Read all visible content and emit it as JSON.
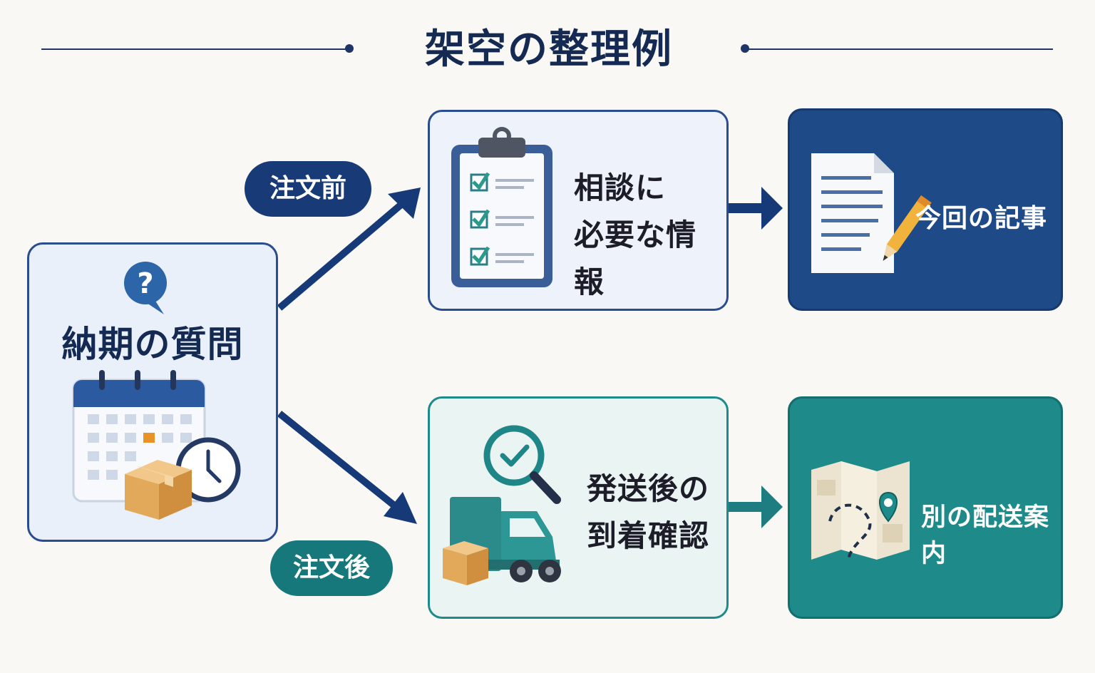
{
  "title": "架空の整理例",
  "source": {
    "label": "納期の質問",
    "question_mark": "?"
  },
  "branches": {
    "before": {
      "pill": "注文前",
      "middle_line1": "相談に",
      "middle_line2": "必要な情報",
      "destination": "今回の記事"
    },
    "after": {
      "pill": "注文後",
      "middle_line1": "発送後の",
      "middle_line2": "到着確認",
      "destination": "別の配送案内"
    }
  },
  "colors": {
    "navy": "#1f3566",
    "blue": "#1e4a88",
    "teal": "#1e8a8a",
    "background": "#f9f8f4"
  },
  "icons": {
    "source": [
      "question-bubble-icon",
      "calendar-icon",
      "package-icon",
      "clock-icon"
    ],
    "before_middle": "checklist-clipboard-icon",
    "before_destination": "document-pencil-icon",
    "after_middle": "delivery-truck-magnifier-icon",
    "after_destination": "map-pin-icon"
  }
}
